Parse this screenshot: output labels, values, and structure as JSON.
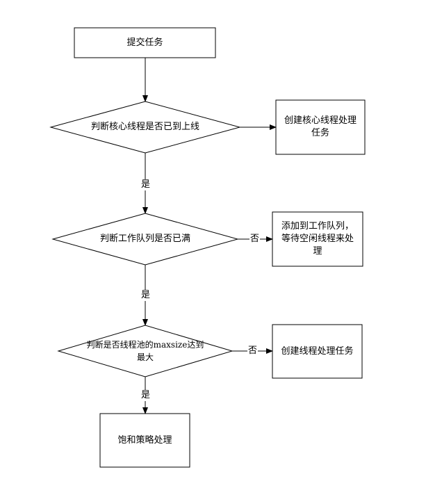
{
  "colors": {
    "stroke": "#000000",
    "background": "#ffffff",
    "text": "#000000"
  },
  "diagram": {
    "nodes": {
      "submit": {
        "shape": "rect",
        "text": "提交任务"
      },
      "check_core": {
        "shape": "diamond",
        "text": "判断核心线程是否已到上线"
      },
      "create_core": {
        "shape": "rect",
        "text": "创建核心线程处理\n任务"
      },
      "check_queue": {
        "shape": "diamond",
        "text": "判断工作队列是否已满"
      },
      "add_queue": {
        "shape": "rect",
        "text": "添加到工作队列，\n等待空闲线程来处\n理"
      },
      "check_max": {
        "shape": "diamond",
        "text": "判断是否线程池的maxsize达到\n最大"
      },
      "create_thread": {
        "shape": "rect",
        "text": "创建线程处理任务"
      },
      "saturation": {
        "shape": "rect",
        "text": "饱和策略处理"
      }
    },
    "edges": {
      "e1": {
        "from": "submit",
        "to": "check_core",
        "label": ""
      },
      "e2": {
        "from": "check_core",
        "to": "create_core",
        "label": ""
      },
      "e3": {
        "from": "check_core",
        "to": "check_queue",
        "label": "是"
      },
      "e4": {
        "from": "check_queue",
        "to": "add_queue",
        "label": "否"
      },
      "e5": {
        "from": "check_queue",
        "to": "check_max",
        "label": "是"
      },
      "e6": {
        "from": "check_max",
        "to": "create_thread",
        "label": "否"
      },
      "e7": {
        "from": "check_max",
        "to": "saturation",
        "label": "是"
      }
    }
  }
}
